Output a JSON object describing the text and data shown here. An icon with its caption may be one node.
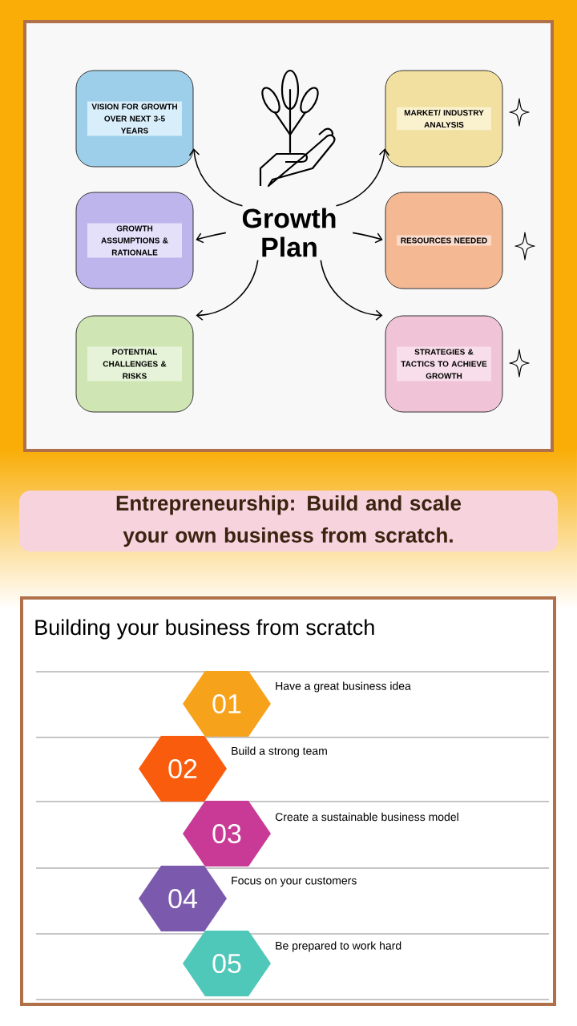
{
  "diagram": {
    "title": "Entrepreneurship: Build and scale your own business from scratch.",
    "nodes": [
      {
        "text": [
          "Growth Plan"
        ]
      },
      {
        "text": [
          "VISION FOR GROWTH OVER NEXT 3-5 YEARS"
        ]
      },
      {
        "text": [
          "GROWTH ASSUMPTIONS & RATIONALE"
        ]
      },
      {
        "text": [
          "POTENTIAL CHALLENGES & RISKS"
        ]
      },
      {
        "text": [
          "MARKET/ INDUSTRY ANALYSIS"
        ]
      },
      {
        "text": [
          "RESOURCES NEEDED"
        ]
      },
      {
        "text": [
          "STRATEGIES & TACTICS TO ACHIEVE GROWTH"
        ]
      },
      {
        "text": [
          "01"
        ],
        "beside": [
          "Have a great business idea"
        ]
      },
      {
        "text": [
          "02"
        ],
        "beside": [
          "Build a strong team"
        ]
      },
      {
        "text": [
          "03"
        ],
        "beside": [
          "Create a sustainable business model"
        ]
      },
      {
        "text": [
          "04"
        ],
        "beside": [
          "Focus on your customers"
        ]
      },
      {
        "text": [
          "05"
        ],
        "beside": [
          "Be prepared to work hard"
        ]
      }
    ],
    "edges": [
      {
        "from": 0,
        "to": 1,
        "arrow": "to"
      },
      {
        "from": 0,
        "to": 2,
        "arrow": "to"
      },
      {
        "from": 0,
        "to": 3,
        "arrow": "to"
      },
      {
        "from": 0,
        "to": 4,
        "arrow": "to"
      },
      {
        "from": 0,
        "to": 5,
        "arrow": "to"
      },
      {
        "from": 0,
        "to": 6,
        "arrow": "to"
      }
    ],
    "labels": [
      "Building your business from scratch"
    ]
  }
}
